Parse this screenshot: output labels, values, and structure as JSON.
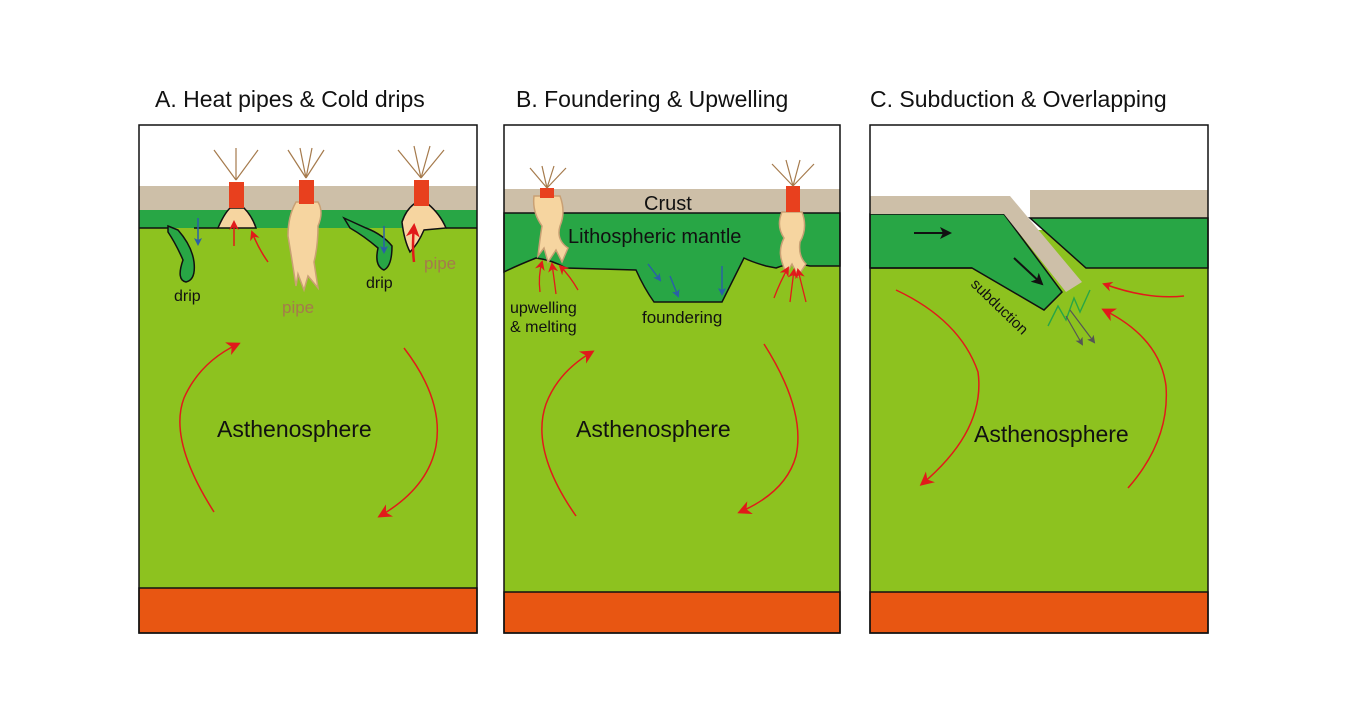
{
  "panels": [
    {
      "title": "A. Heat pipes & Cold drips",
      "labels": {
        "drip1": "drip",
        "pipe1": "pipe",
        "drip2": "drip",
        "pipe2": "pipe",
        "asthenosphere": "Asthenosphere"
      }
    },
    {
      "title": "B. Foundering & Upwelling",
      "labels": {
        "crust": "Crust",
        "lithospheric_mantle": "Lithospheric mantle",
        "upwelling_line1": "upwelling",
        "upwelling_line2": "& melting",
        "foundering": "foundering",
        "asthenosphere": "Asthenosphere"
      }
    },
    {
      "title": "C. Subduction & Overlapping",
      "labels": {
        "subduction": "subduction",
        "asthenosphere": "Asthenosphere"
      }
    }
  ],
  "colors": {
    "sky": "#ffffff",
    "crust": "#cdbfa8",
    "lithosphere": "#28a645",
    "asthenosphere": "#8dc21f",
    "core": "#e85612",
    "pipe_fill": "#f6d5a0",
    "pipe_top": "#e8401e",
    "arrow_red": "#e11a1a",
    "arrow_blue": "#2a5fa8",
    "label_pipe": "#a57a4c",
    "label_dark": "#111111"
  }
}
